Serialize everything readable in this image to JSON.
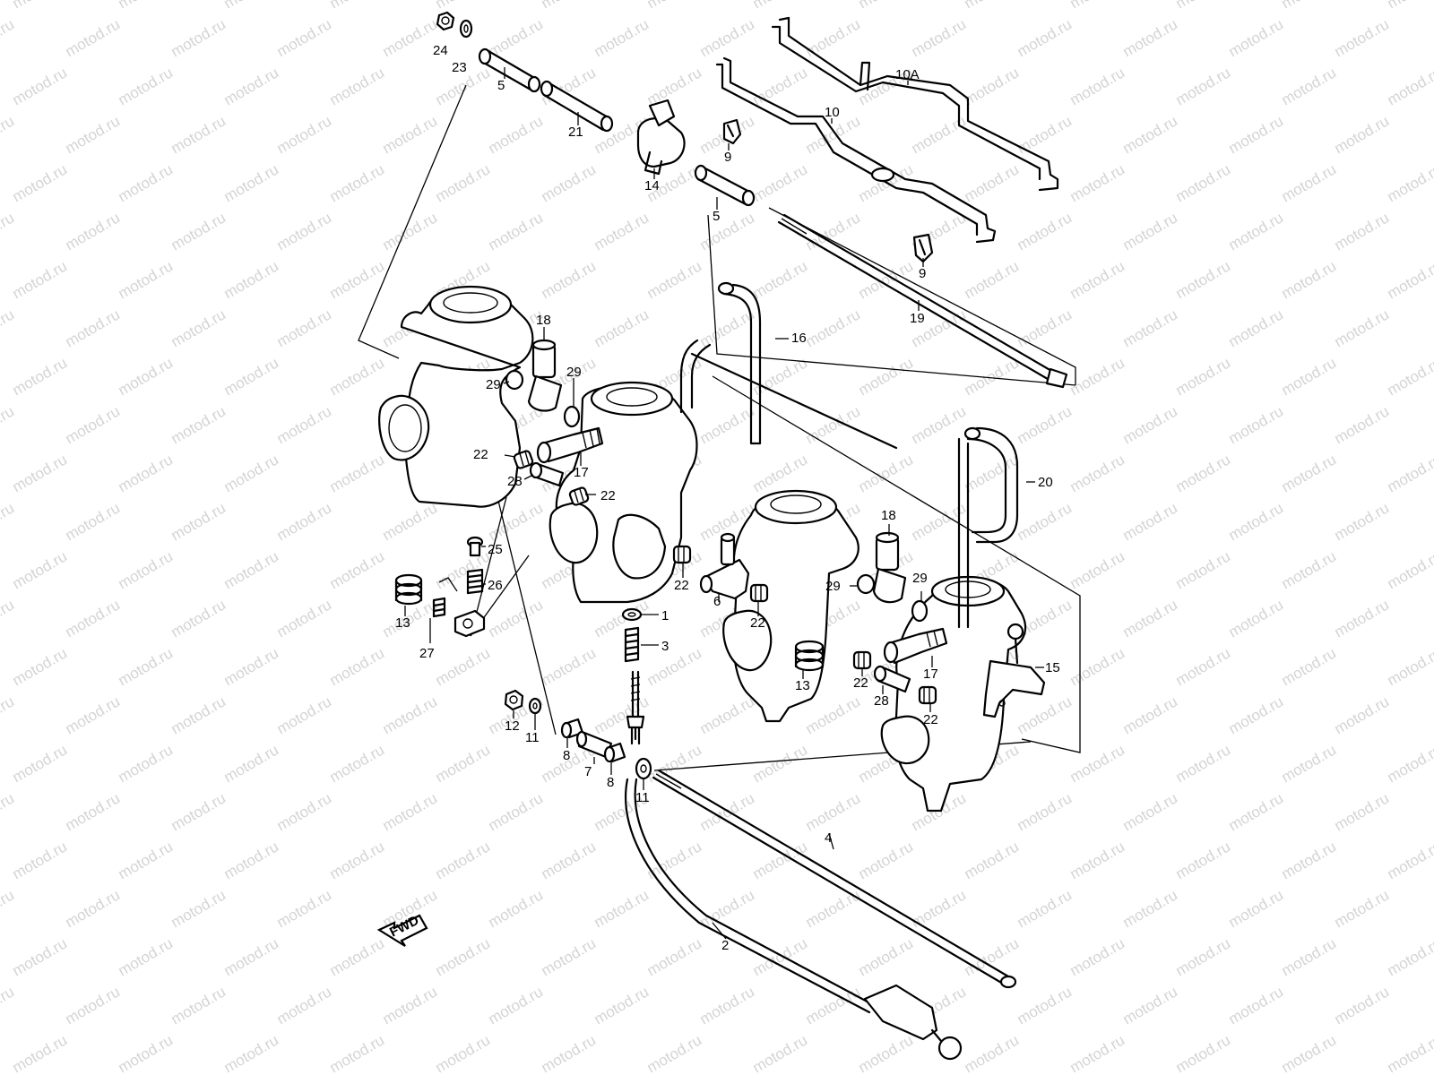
{
  "watermark": {
    "text": "motod.ru"
  },
  "fwd_label": "FWD",
  "callouts": [
    {
      "id": "24",
      "text": "24"
    },
    {
      "id": "23",
      "text": "23"
    },
    {
      "id": "5a",
      "text": "5"
    },
    {
      "id": "21",
      "text": "21"
    },
    {
      "id": "14",
      "text": "14"
    },
    {
      "id": "9a",
      "text": "9"
    },
    {
      "id": "5b",
      "text": "5"
    },
    {
      "id": "10a",
      "text": "10A"
    },
    {
      "id": "10",
      "text": "10"
    },
    {
      "id": "9b",
      "text": "9"
    },
    {
      "id": "19",
      "text": "19"
    },
    {
      "id": "16",
      "text": "16"
    },
    {
      "id": "18a",
      "text": "18"
    },
    {
      "id": "29a",
      "text": "29"
    },
    {
      "id": "29b",
      "text": "29"
    },
    {
      "id": "22a",
      "text": "22"
    },
    {
      "id": "17a",
      "text": "17"
    },
    {
      "id": "28a",
      "text": "28"
    },
    {
      "id": "22b",
      "text": "22"
    },
    {
      "id": "20",
      "text": "20"
    },
    {
      "id": "18b",
      "text": "18"
    },
    {
      "id": "25",
      "text": "25"
    },
    {
      "id": "26",
      "text": "26"
    },
    {
      "id": "13a",
      "text": "13"
    },
    {
      "id": "27",
      "text": "27"
    },
    {
      "id": "22c",
      "text": "22"
    },
    {
      "id": "6",
      "text": "6"
    },
    {
      "id": "22d",
      "text": "22"
    },
    {
      "id": "29c",
      "text": "29"
    },
    {
      "id": "29d",
      "text": "29"
    },
    {
      "id": "1",
      "text": "1"
    },
    {
      "id": "3",
      "text": "3"
    },
    {
      "id": "13b",
      "text": "13"
    },
    {
      "id": "22e",
      "text": "22"
    },
    {
      "id": "17b",
      "text": "17"
    },
    {
      "id": "15",
      "text": "15"
    },
    {
      "id": "28b",
      "text": "28"
    },
    {
      "id": "22f",
      "text": "22"
    },
    {
      "id": "12",
      "text": "12"
    },
    {
      "id": "11a",
      "text": "11"
    },
    {
      "id": "8a",
      "text": "8"
    },
    {
      "id": "7",
      "text": "7"
    },
    {
      "id": "8b",
      "text": "8"
    },
    {
      "id": "11b",
      "text": "11"
    },
    {
      "id": "4",
      "text": "4"
    },
    {
      "id": "2",
      "text": "2"
    }
  ]
}
